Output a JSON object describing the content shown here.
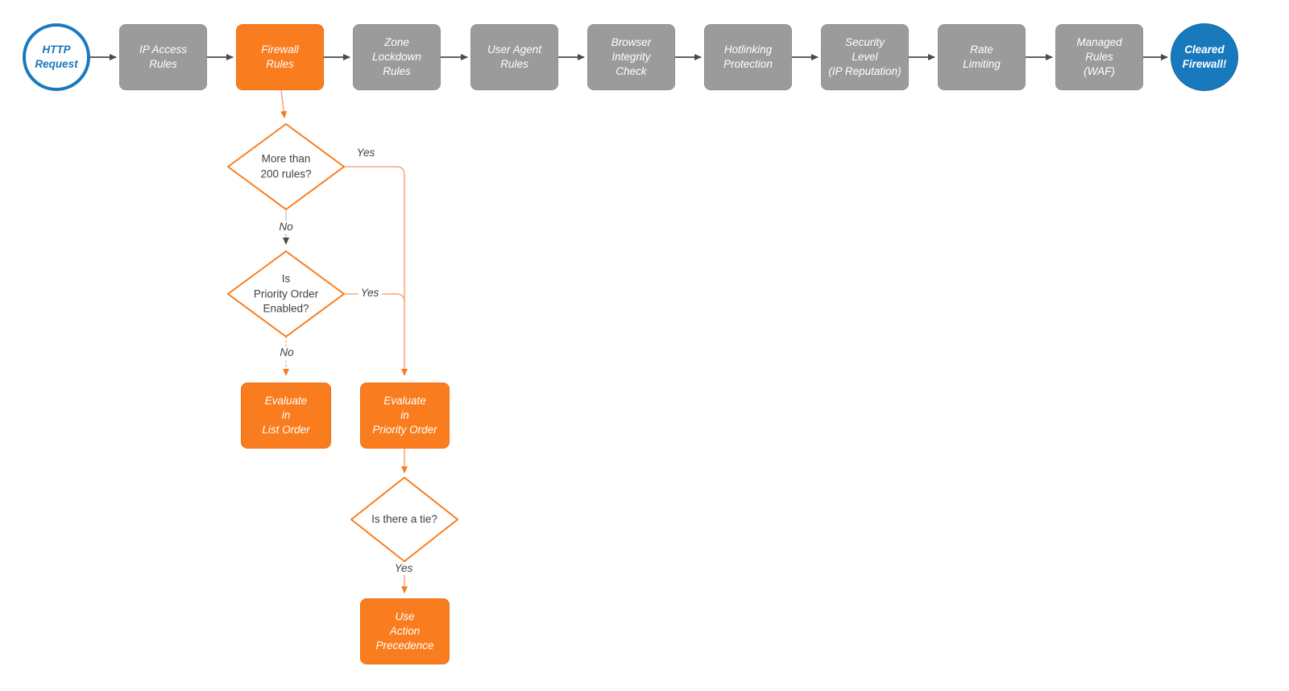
{
  "flow": {
    "start": {
      "label": "HTTP\nRequest"
    },
    "steps": [
      {
        "label": "IP Access\nRules"
      },
      {
        "label": "Firewall\nRules"
      },
      {
        "label": "Zone\nLockdown\nRules"
      },
      {
        "label": "User Agent\nRules"
      },
      {
        "label": "Browser\nIntegrity\nCheck"
      },
      {
        "label": "Hotlinking\nProtection"
      },
      {
        "label": "Security\nLevel\n(IP Reputation)"
      },
      {
        "label": "Rate\nLimiting"
      },
      {
        "label": "Managed\nRules\n(WAF)"
      }
    ],
    "end": {
      "label": "Cleared\nFirewall!"
    }
  },
  "decisions": {
    "rules_count": {
      "question": "More than\n200 rules?",
      "yes_label": "Yes",
      "no_label": "No"
    },
    "priority_enabled": {
      "question": "Is\nPriority Order\nEnabled?",
      "yes_label": "Yes",
      "no_label": "No"
    },
    "tie": {
      "question": "Is there a tie?",
      "yes_label": "Yes"
    }
  },
  "actions": {
    "list_order": {
      "label": "Evaluate\nin\nList Order"
    },
    "priority_order": {
      "label": "Evaluate\nin\nPriority Order"
    },
    "action_precedence": {
      "label": "Use\nAction\nPrecedence"
    }
  },
  "colors": {
    "accent_orange": "#f97c1e",
    "connector_light_orange": "#f9a87d",
    "node_gray": "#9b9b9b",
    "node_blue": "#1879bd",
    "connector_dark": "#4a4a4a",
    "connector_light_gray": "#c6c6c6",
    "text_dark": "#3f3f3f",
    "diamond_fill": "#ffffff"
  }
}
